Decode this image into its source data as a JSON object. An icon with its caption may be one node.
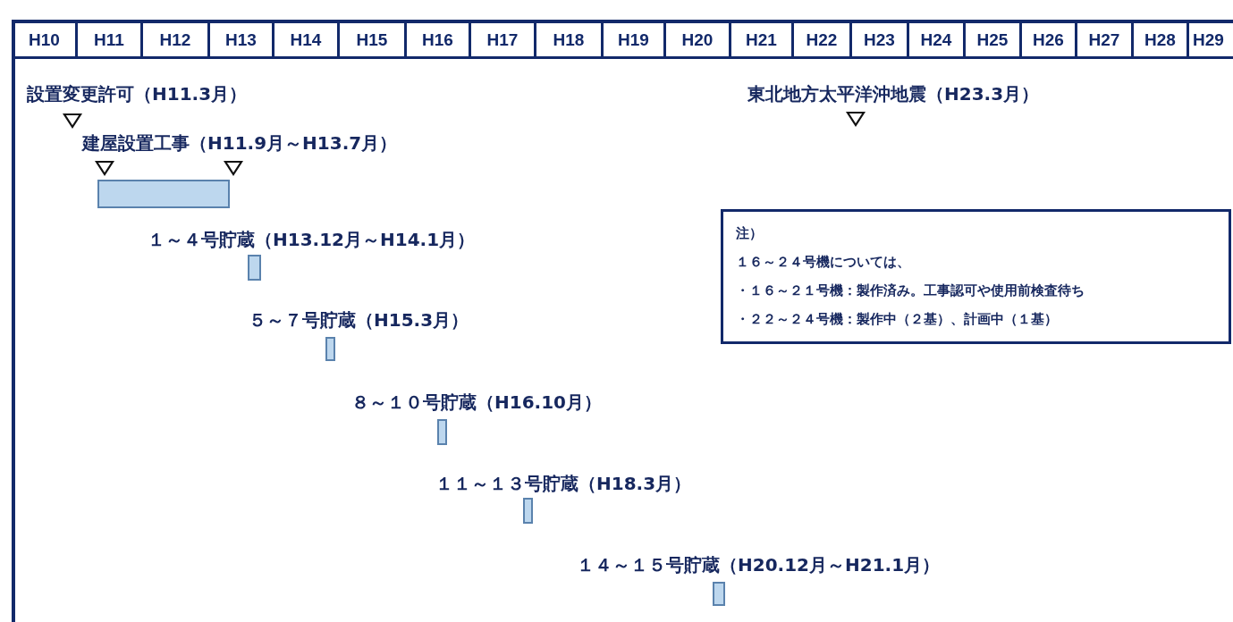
{
  "diagram": {
    "nodes": [
      {
        "text": [
          "注）",
          "１６～２４号機については、",
          "・１６～２１号機：製作済み。工事認可や使用前検査待ち",
          "・２２～２４号機：製作中（２基）、計画中（１基）"
        ]
      },
      {
        "text": [],
        "shape": "bar"
      },
      {
        "text": [],
        "shape": "bar"
      },
      {
        "text": [],
        "shape": "bar"
      },
      {
        "text": [],
        "shape": "bar"
      },
      {
        "text": [],
        "shape": "bar"
      },
      {
        "text": [],
        "shape": "bar"
      }
    ],
    "labels": [
      "H10",
      "H11",
      "H12",
      "H13",
      "H14",
      "H15",
      "H16",
      "H17",
      "H18",
      "H19",
      "H20",
      "H21",
      "H22",
      "H23",
      "H24",
      "H25",
      "H26",
      "H27",
      "H28",
      "H29",
      "設置変更許可（H11.3月）",
      "東北地方太平洋沖地震（H23.3月）",
      "建屋設置工事（H11.9月～H13.7月）",
      "１～４号貯蔵（H13.12月～H14.1月）",
      "５～７号貯蔵（H15.3月）",
      "８～１０号貯蔵（H16.10月）",
      "１１～１３号貯蔵（H18.3月）",
      "１４～１５号貯蔵（H20.12月～H21.1月）"
    ]
  }
}
